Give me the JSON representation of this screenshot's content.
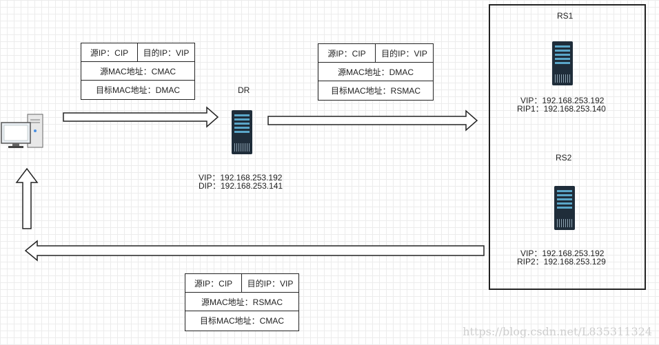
{
  "dr": {
    "title": "DR",
    "vip": "VIP：192.168.253.192",
    "dip": "DIP：192.168.253.141"
  },
  "rs1": {
    "title": "RS1",
    "vip": "VIP：192.168.253.192",
    "rip": "RIP1：192.168.253.140"
  },
  "rs2": {
    "title": "RS2",
    "vip": "VIP：192.168.253.192",
    "rip": "RIP2：192.168.253.129"
  },
  "packet1": {
    "src_ip": "源IP：CIP",
    "dst_ip": "目的IP：VIP",
    "src_mac": "源MAC地址：CMAC",
    "dst_mac": "目标MAC地址：DMAC"
  },
  "packet2": {
    "src_ip": "源IP：CIP",
    "dst_ip": "目的IP：VIP",
    "src_mac": "源MAC地址：DMAC",
    "dst_mac": "目标MAC地址：RSMAC"
  },
  "packet3": {
    "src_ip": "源IP：CIP",
    "dst_ip": "目的IP：VIP",
    "src_mac": "源MAC地址：RSMAC",
    "dst_mac": "目标MAC地址：CMAC"
  },
  "watermark": "https://blog.csdn.net/L835311324",
  "icons": {
    "client": "desktop-computer-icon",
    "server": "server-rack-icon"
  }
}
